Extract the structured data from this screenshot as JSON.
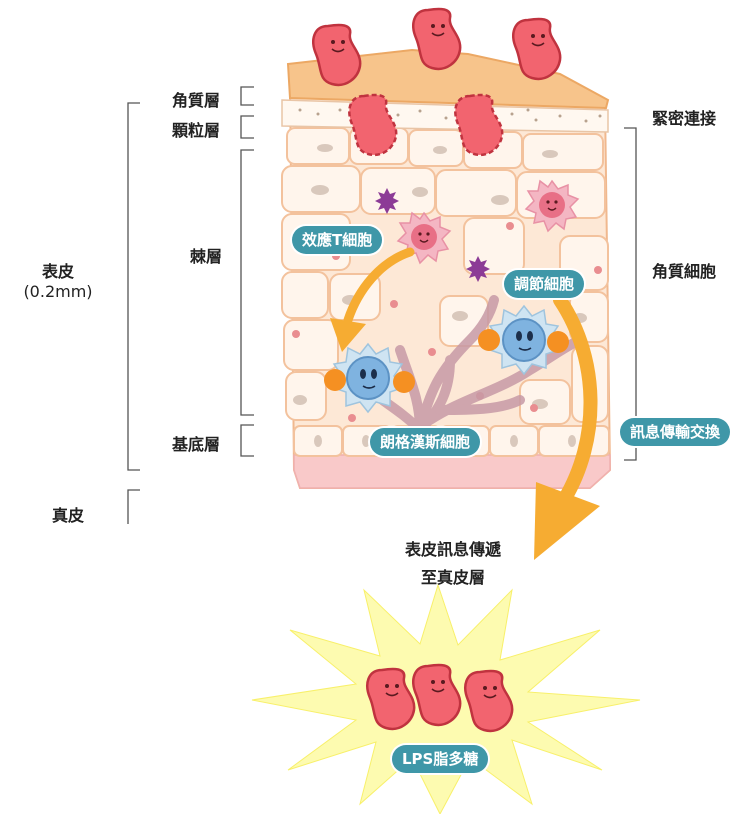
{
  "layers": {
    "stratum_corneum": "角質層",
    "stratum_granulosum": "顆粒層",
    "stratum_spinosum": "棘層",
    "stratum_basale": "基底層",
    "epidermis": "表皮",
    "epidermis_thickness": "(0.2mm)",
    "dermis": "真皮"
  },
  "right_labels": {
    "tight_junction": "緊密連接",
    "keratinocyte": "角質細胞",
    "signal_exchange": "訊息傳輸交換"
  },
  "cells": {
    "effector_t": "效應T細胞",
    "regulatory": "調節細胞",
    "langerhans": "朗格漢斯細胞"
  },
  "caption": {
    "line1": "表皮訊息傳遞",
    "line2": "至真皮層"
  },
  "lps": "LPS脂多糖",
  "colors": {
    "bacteria": "#f2646f",
    "skin": "#fde8d6",
    "corneum": "#f7c48b",
    "arrow": "#f6ac32",
    "pill": "#3f97a8",
    "burst": "#fdfbb0"
  }
}
